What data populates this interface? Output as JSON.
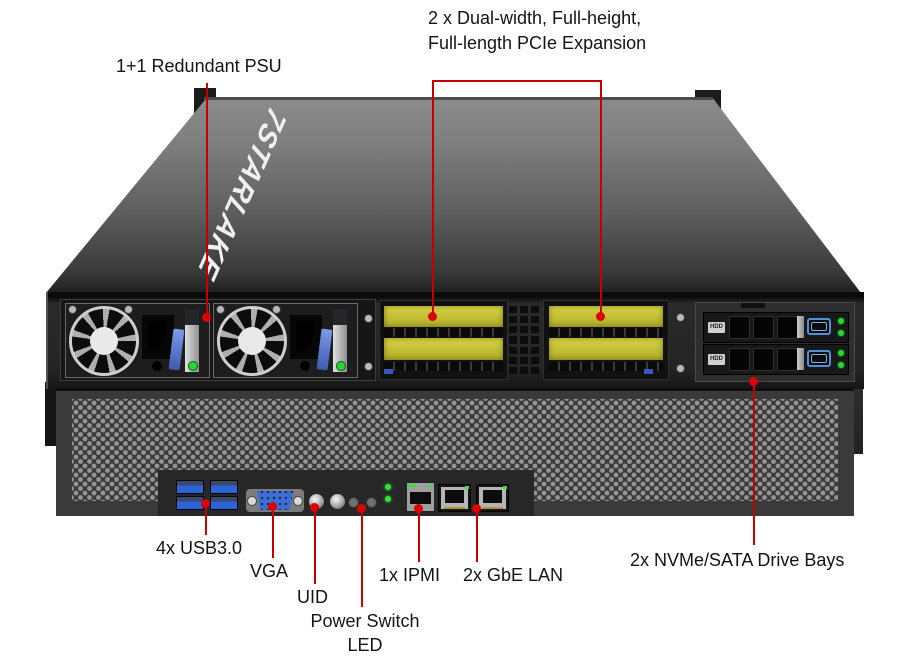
{
  "figure": {
    "logo": "7STARLAKE",
    "annotations": {
      "psu": "1+1 Redundant PSU",
      "pcie_line1": "2 x Dual-width, Full-height,",
      "pcie_line2": "Full-length PCIe Expansion",
      "usb": "4x USB3.0",
      "vga": "VGA",
      "uid": "UID",
      "power_switch_line1": "Power Switch",
      "power_switch_line2": "LED",
      "ipmi": "1x IPMI",
      "lan": "2x GbE LAN",
      "drive_bays": "2x NVMe/SATA Drive Bays"
    },
    "drive_tray_label": "HDD",
    "colors": {
      "annotation_line": "#c40000",
      "label_text": "#141414",
      "pcie_filler": "#c9c53a",
      "psu_latch": "#4a6fd0",
      "usb_tongue": "#2b63d9",
      "vga_connector": "#3e6ed2",
      "led_green": "#2fd13a",
      "chassis_dark": "#262626"
    }
  }
}
